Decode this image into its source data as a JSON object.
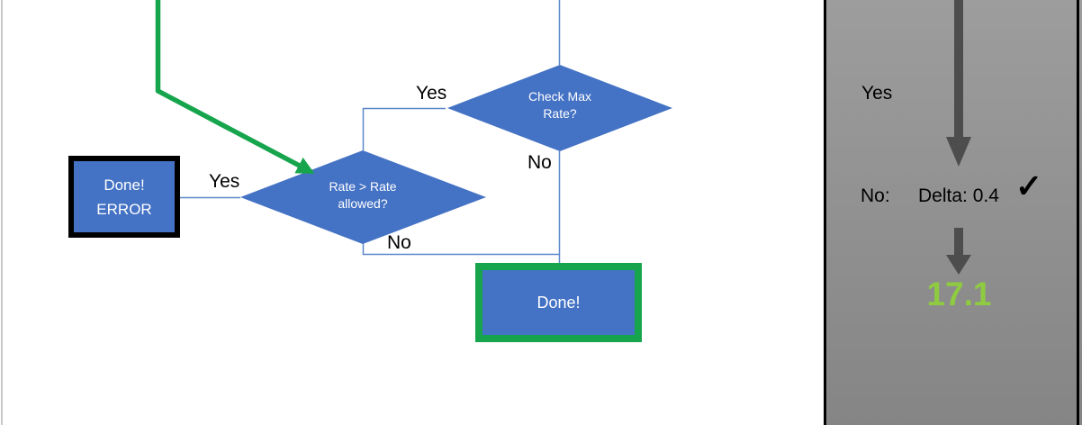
{
  "colors": {
    "shape_blue": "#4472C4",
    "connector_blue": "#5B87C9",
    "flow_green": "#16A54C",
    "result_green": "#8FCB41",
    "arrow_gray": "#4D4D4D"
  },
  "flowchart": {
    "check_max_rate": {
      "line1": "Check Max",
      "line2": "Rate?"
    },
    "rate_allowed": {
      "line1": "Rate > Rate",
      "line2": "allowed?"
    },
    "done_error": {
      "line1": "Done!",
      "line2": "ERROR"
    },
    "done": {
      "label": "Done!"
    },
    "labels": {
      "check_yes": "Yes",
      "check_no": "No",
      "rate_yes": "Yes",
      "rate_no": "No"
    }
  },
  "panel": {
    "yes_label": "Yes",
    "no_label": "No:",
    "delta_label": "Delta: 0.4",
    "check_icon": "✓",
    "result_value": "17.1"
  }
}
